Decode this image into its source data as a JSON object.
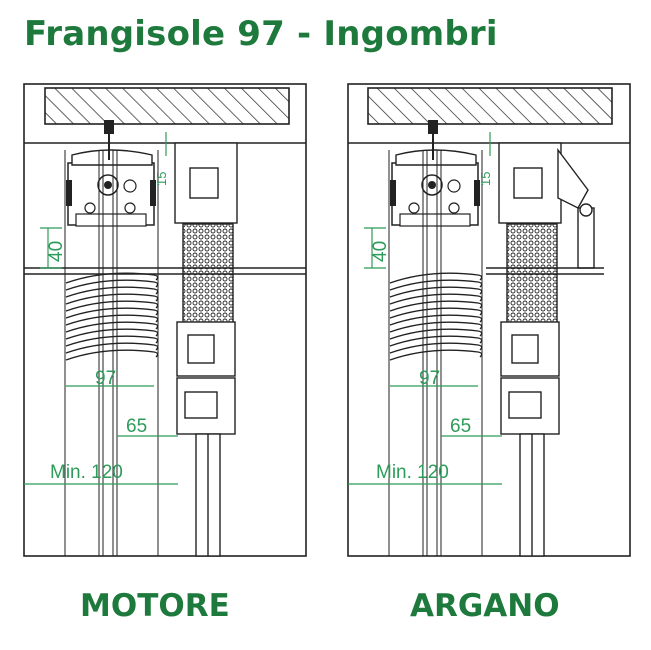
{
  "title": "Frangisole 97 - Ingombri",
  "colors": {
    "brand_green": "#1e7a3c",
    "dimension_green": "#2e9b5a",
    "line": "#222222"
  },
  "panels": [
    {
      "label": "MOTORE",
      "dims": {
        "top_gap": "15",
        "drop": "40",
        "depth": "97",
        "rail": "65",
        "min": "Min. 120"
      }
    },
    {
      "label": "ARGANO",
      "dims": {
        "top_gap": "15",
        "drop": "40",
        "depth": "97",
        "rail": "65",
        "min": "Min. 120"
      }
    }
  ]
}
